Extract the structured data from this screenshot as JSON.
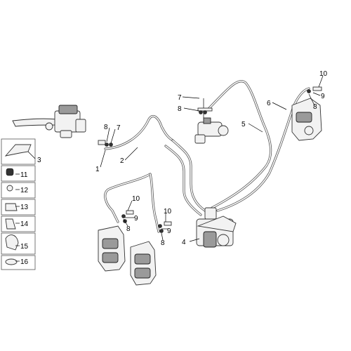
{
  "callouts": {
    "c1": "1",
    "c2": "2",
    "c3": "3",
    "c4": "4",
    "c5": "5",
    "c6": "6",
    "c7a": "7",
    "c7b": "7",
    "c8a": "8",
    "c8b": "8",
    "c8c": "8",
    "c8d": "8",
    "c8e": "8",
    "c9a": "9",
    "c9b": "9",
    "c9c": "9",
    "c10a": "10",
    "c10b": "10",
    "c10c": "10",
    "c11": "11",
    "c12": "12",
    "c13": "13",
    "c14": "14",
    "c15": "15",
    "c16": "16"
  },
  "colors": {
    "line": "#000000",
    "hose": "#555555",
    "part_fill": "#f2f2f2",
    "box_border": "#555555"
  }
}
